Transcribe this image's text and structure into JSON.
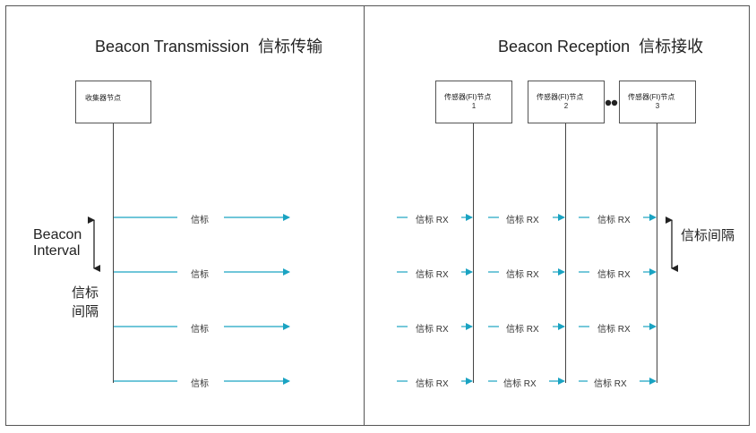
{
  "left": {
    "title": "Beacon Transmission",
    "title_cn": "信标传输",
    "node_label": "收集器节点",
    "interval_label_en_1": "Beacon",
    "interval_label_en_2": "Interval",
    "interval_label_cn_1": "信标",
    "interval_label_cn_2": "间隔",
    "beacon_label": "信标"
  },
  "right": {
    "title": "Beacon Reception",
    "title_cn": "信标接收",
    "node_label": "传感器(FI)节点",
    "nodes": [
      "1",
      "2",
      "3"
    ],
    "rx_label": "信标 RX",
    "interval_label_cn": "信标间隔"
  },
  "colors": {
    "arrow": "#1aa3c2",
    "line": "#444444"
  },
  "icons": [
    "double-dot-icon",
    "double-arrow-icon"
  ]
}
